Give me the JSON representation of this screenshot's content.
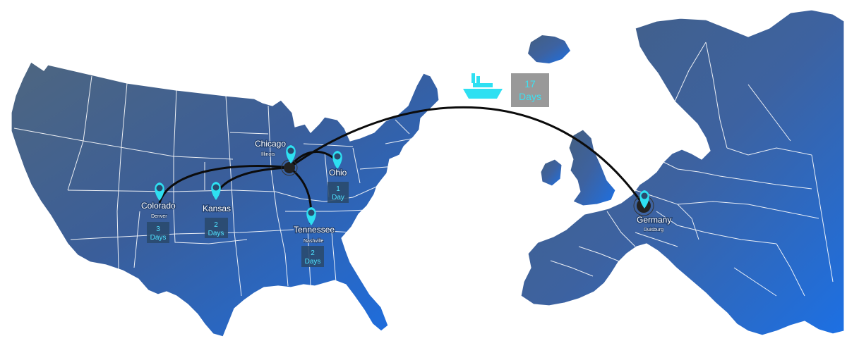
{
  "colors": {
    "land_dark": "#4b6783",
    "land_light": "#1b6fe0",
    "border": "#ffffff",
    "route": "#0c0c0c",
    "pin": "#2ee0f2",
    "hub": "#222222",
    "day_box": "#2a4a6e",
    "ship_box": "#999999",
    "ship": "#2ee0f2"
  },
  "locations": {
    "chicago": {
      "name": "Chicago",
      "sub": "Illinois"
    },
    "ohio": {
      "name": "Ohio"
    },
    "colorado": {
      "name": "Colorado",
      "sub": "Denver"
    },
    "kansas": {
      "name": "Kansas"
    },
    "tennessee": {
      "name": "Tennessee",
      "sub": "Nashville"
    },
    "germany": {
      "name": "Germany",
      "sub": "Duisburg"
    }
  },
  "transit": {
    "ohio": {
      "line1": "1",
      "line2": "Day"
    },
    "colorado": {
      "line1": "3",
      "line2": "Days"
    },
    "kansas": {
      "line1": "2",
      "line2": "Days"
    },
    "tennessee": {
      "line1": "2",
      "line2": "Days"
    },
    "ship": {
      "line1": "17",
      "line2": "Days"
    }
  },
  "icons": {
    "pin": "map-pin-icon",
    "ship": "cargo-ship-icon"
  }
}
